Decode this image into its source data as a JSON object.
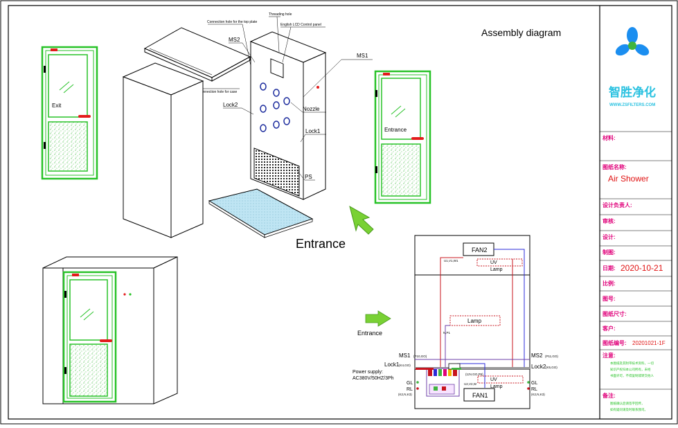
{
  "title": "Assembly diagram",
  "callouts": {
    "threading_hole": "Threading hole",
    "connection_hole_top": "Connection hole for the top plate",
    "lcd_panel": "English LCD Control panel",
    "connection_hole_case": "Connection hole for case",
    "ms2": "MS2",
    "ms1": "MS1",
    "lock2": "Lock2",
    "lock1": "Lock1",
    "nozzle": "Nozzle",
    "ps": "PS"
  },
  "doors": {
    "exit_label": "Exit",
    "entrance_label": "Entrance"
  },
  "entrance_arrow_label": "Entrance",
  "wiring": {
    "fan2": "FAN2",
    "fan1": "FAN1",
    "uv_lamp_top_1": "UV",
    "uv_lamp_top_2": "Lamp",
    "lamp": "Lamp",
    "uv_lamp_bot_1": "UV",
    "uv_lamp_bot_2": "Lamp",
    "entrance_label": "Entrance",
    "ms1": "MS1",
    "ms1_pins": "(P10,GO)",
    "ms2": "MS2",
    "ms2_pins": "(P11,GO)",
    "lock1": "Lock1",
    "lock1_pins": "(K4,GO)",
    "lock2": "Lock2",
    "lock2_pins": "(K5,GO)",
    "power_supply": "Power supply:",
    "power_spec": "AC380V/50HZ/3Ph",
    "gl_left": "GL",
    "rl_left": "RL",
    "gl_right": "GL",
    "rl_right": "RL",
    "k_left": "(K2,N,K3)",
    "k_right": "(K2,N,K3)",
    "wire_u1": "U1,V1,W1",
    "wire_n": "N,P1",
    "wire_12v": "(12V,GO,P6)",
    "wire_u2": "U2,V2,W"
  },
  "title_block": {
    "company": "智胜净化",
    "site": "WWW.ZSFILTERS.COM",
    "material_label": "材料:",
    "drawing_name_label": "图纸名称:",
    "drawing_name": "Air Shower",
    "designer_label": "设计负责人:",
    "review_label": "审核:",
    "design_label": "设计:",
    "draft_label": "制图:",
    "date_label": "日期:",
    "date": "2020-10-21",
    "scale_label": "比例:",
    "drawing_no_label": "图号:",
    "size_label": "图纸尺寸:",
    "customer_label": "客户:",
    "order_label": "图纸编号:",
    "order_no": "20201021-1F",
    "notes_label": "注意:",
    "notes_text_1": "本图纸及其附带技术资料，一切",
    "notes_text_2": "知识产权归本公司所有，未经",
    "notes_text_3": "书面许可，不得复制或转交他人",
    "remark_label": "备注:",
    "remark_text_1": "图纸确认后请签字回传，",
    "remark_text_2": "如有疑问请及时联系我司。"
  },
  "colors": {
    "door_frame": "#27c227",
    "red_handle": "#e31b1b",
    "arrow_green": "#79d134",
    "logo_blue": "#1b8ef0",
    "logo_green": "#3fb43f",
    "title_cyan": "#29c1e0",
    "wire_red": "#c8141e",
    "wire_purple": "#6e3fa8",
    "wire_blue": "#2a2ad8"
  },
  "icons": {
    "logo": "three-petal-logo-icon",
    "arrow": "arrow-icon"
  }
}
